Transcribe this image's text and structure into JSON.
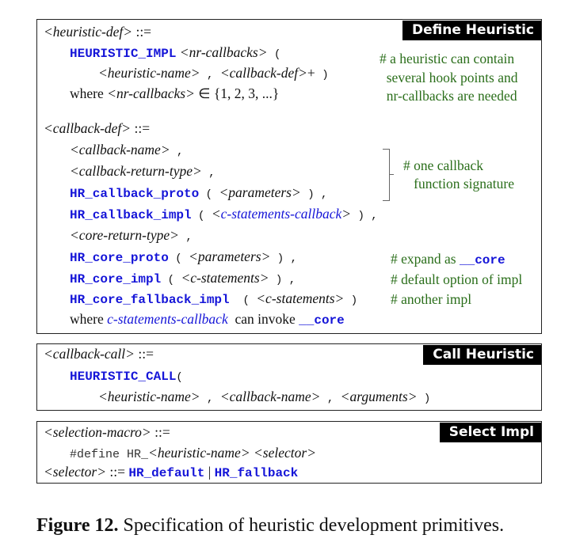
{
  "boxes": [
    {
      "header": "Define Heuristic",
      "lines": [
        [
          {
            "t": "<heuristic-def>",
            "s": "i"
          },
          {
            "t": " ::=",
            "s": "n"
          }
        ],
        [
          {
            "t": "HEURISTIC_IMPL",
            "s": "k"
          },
          {
            "t": " <nr-callbacks>",
            "s": "i"
          },
          {
            "t": " (",
            "s": "p"
          }
        ],
        [
          {
            "t": "<heuristic-name>",
            "s": "i"
          },
          {
            "t": " , ",
            "s": "p"
          },
          {
            "t": "<callback-def>",
            "s": "i"
          },
          {
            "t": "+",
            "s": "n"
          },
          {
            "t": " )",
            "s": "p"
          }
        ],
        [
          {
            "t": "where ",
            "s": "n"
          },
          {
            "t": "<nr-callbacks>",
            "s": "i"
          },
          {
            "t": " ∈ {1, 2, 3, ...}",
            "s": "n"
          }
        ],
        [
          {
            "t": "<callback-def>",
            "s": "i"
          },
          {
            "t": " ::=",
            "s": "n"
          }
        ],
        [
          {
            "t": "<callback-name>",
            "s": "i"
          },
          {
            "t": " ,",
            "s": "p"
          }
        ],
        [
          {
            "t": "<callback-return-type>",
            "s": "i"
          },
          {
            "t": " ,",
            "s": "p"
          }
        ],
        [
          {
            "t": "HR_callback_proto",
            "s": "k"
          },
          {
            "t": " ( ",
            "s": "p"
          },
          {
            "t": "<parameters>",
            "s": "i"
          },
          {
            "t": " ) ,",
            "s": "p"
          }
        ],
        [
          {
            "t": "HR_callback_impl",
            "s": "k"
          },
          {
            "t": " ( ",
            "s": "p"
          },
          {
            "t": "<",
            "s": "i"
          },
          {
            "t": "c-statements-callback",
            "s": "b"
          },
          {
            "t": ">",
            "s": "i"
          },
          {
            "t": " ) ,",
            "s": "p"
          }
        ],
        [
          {
            "t": "<core-return-type>",
            "s": "i"
          },
          {
            "t": " ,",
            "s": "p"
          }
        ],
        [
          {
            "t": "HR_core_proto",
            "s": "k"
          },
          {
            "t": " ( ",
            "s": "p"
          },
          {
            "t": "<parameters>",
            "s": "i"
          },
          {
            "t": " ) ,",
            "s": "p"
          }
        ],
        [
          {
            "t": "HR_core_impl",
            "s": "k"
          },
          {
            "t": " ( ",
            "s": "p"
          },
          {
            "t": "<c-statements>",
            "s": "i"
          },
          {
            "t": " ) ,",
            "s": "p"
          }
        ],
        [
          {
            "t": "HR_core_fallback_impl",
            "s": "k"
          },
          {
            "t": "  ( ",
            "s": "p"
          },
          {
            "t": "<c-statements>",
            "s": "i"
          },
          {
            "t": " )",
            "s": "p"
          }
        ],
        [
          {
            "t": "where ",
            "s": "n"
          },
          {
            "t": "c-statements-callback",
            "s": "b"
          },
          {
            "t": "  can invoke ",
            "s": "n"
          },
          {
            "t": "__core",
            "s": "k"
          }
        ]
      ],
      "comments": [
        [
          {
            "t": "# a heuristic can contain",
            "s": "n"
          }
        ],
        [
          {
            "t": "  several hook points and",
            "s": "n"
          }
        ],
        [
          {
            "t": "  nr-callbacks are needed",
            "s": "n"
          }
        ],
        [
          {
            "t": "# one callback",
            "s": "n"
          }
        ],
        [
          {
            "t": "   function signature",
            "s": "n"
          }
        ],
        [
          {
            "t": "# expand as ",
            "s": "n"
          },
          {
            "t": "__core",
            "s": "k"
          }
        ],
        [
          {
            "t": "# default option of impl",
            "s": "n"
          }
        ],
        [
          {
            "t": "# another impl",
            "s": "n"
          }
        ]
      ]
    },
    {
      "header": "Call Heuristic",
      "lines": [
        [
          {
            "t": "<callback-call>",
            "s": "i"
          },
          {
            "t": " ::=",
            "s": "n"
          }
        ],
        [
          {
            "t": "HEURISTIC_CALL",
            "s": "k"
          },
          {
            "t": "(",
            "s": "p"
          }
        ],
        [
          {
            "t": "<heuristic-name>",
            "s": "i"
          },
          {
            "t": " , ",
            "s": "p"
          },
          {
            "t": "<callback-name>",
            "s": "i"
          },
          {
            "t": " , ",
            "s": "p"
          },
          {
            "t": "<arguments>",
            "s": "i"
          },
          {
            "t": " )",
            "s": "p"
          }
        ]
      ]
    },
    {
      "header": "Select Impl",
      "lines": [
        [
          {
            "t": "<selection-macro>",
            "s": "i"
          },
          {
            "t": " ::=",
            "s": "n"
          }
        ],
        [
          {
            "t": "#define",
            "s": "m"
          },
          {
            "t": " HR_",
            "s": "m"
          },
          {
            "t": "<heuristic-name>",
            "s": "i"
          },
          {
            "t": " <selector>",
            "s": "i"
          }
        ],
        [
          {
            "t": "<selector>",
            "s": "i"
          },
          {
            "t": " ::= ",
            "s": "n"
          },
          {
            "t": "HR_default",
            "s": "k"
          },
          {
            "t": " | ",
            "s": "n"
          },
          {
            "t": "HR_fallback",
            "s": "k"
          }
        ]
      ]
    }
  ],
  "caption": {
    "label": "Figure 12.",
    "text": " Specification of heuristic development primitives."
  }
}
